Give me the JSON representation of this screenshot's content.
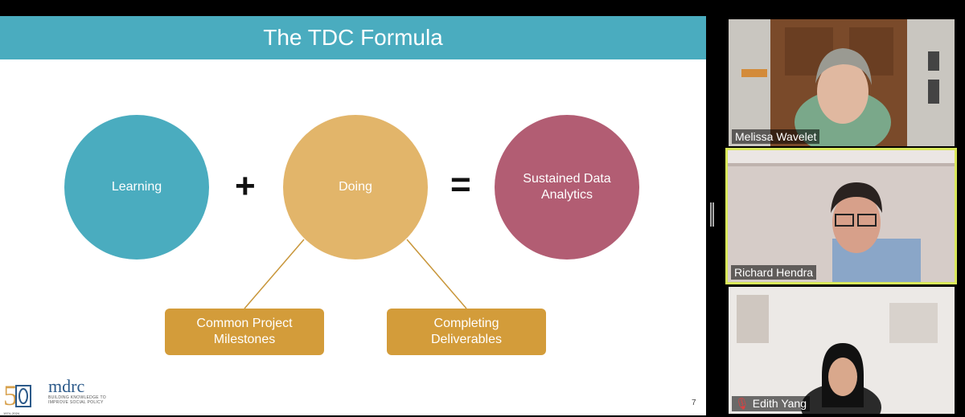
{
  "slide": {
    "title": "The TDC Formula",
    "circles": {
      "learning": "Learning",
      "doing": "Doing",
      "sustained": "Sustained Data Analytics"
    },
    "operators": {
      "plus": "+",
      "equals": "="
    },
    "boxes": {
      "milestones": "Common Project Milestones",
      "deliverables": "Completing Deliverables"
    },
    "slide_number": "7",
    "logo": {
      "fifty": "50",
      "years": "1974–2024",
      "brand": "mdrc",
      "tagline": "BUILDING KNOWLEDGE TO IMPROVE SOCIAL POLICY"
    },
    "colors": {
      "teal": "#4aacbf",
      "gold": "#e2b56a",
      "rose": "#b25d73",
      "box": "#d39c3a"
    }
  },
  "participants": [
    {
      "name": "Melissa Wavelet",
      "muted": false
    },
    {
      "name": "Richard Hendra",
      "muted": false,
      "active_speaker": true
    },
    {
      "name": "Edith Yang",
      "muted": true
    }
  ]
}
